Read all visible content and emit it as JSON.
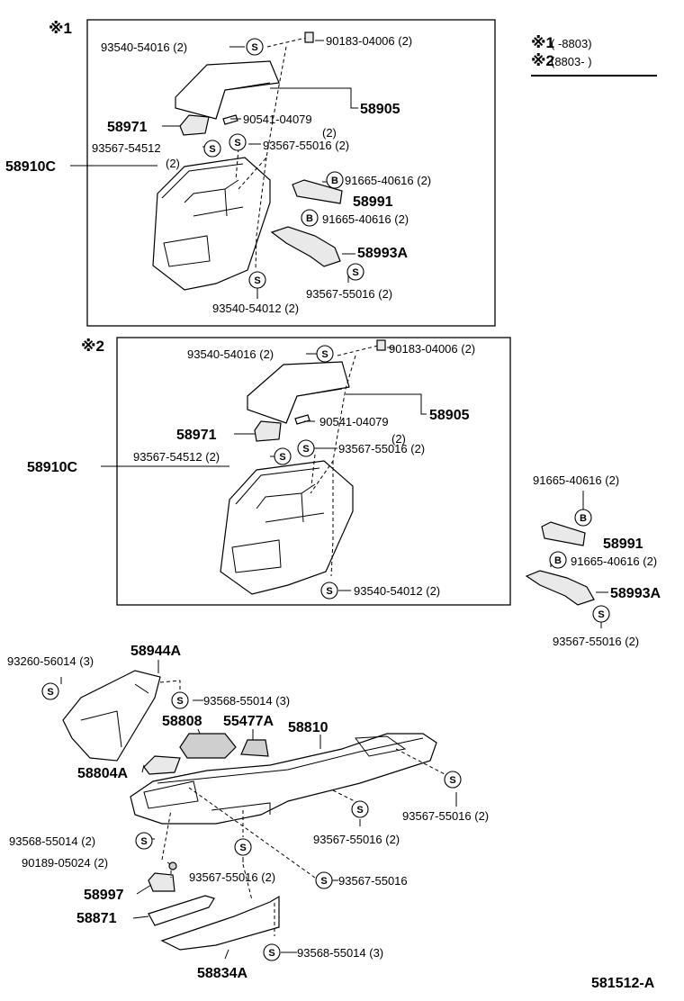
{
  "variants": {
    "v1": {
      "mark": "※1",
      "range": "(      -8803)"
    },
    "v2": {
      "mark": "※2",
      "range": "(8803-      )"
    }
  },
  "box1": {
    "label_mark": "※1",
    "labels": {
      "screw_top_left": "93540-54016 (2)",
      "clip_top_right": "90183-04006 (2)",
      "lid": "58905",
      "bolt": "90541-04079",
      "bolt_qty": "(2)",
      "ashtray": "58971",
      "screw_ashtray": "93567-54512",
      "screw_ashtray_qty": "(2)",
      "screw_mid": "93567-55016 (2)",
      "bolt_b1": "91665-40616 (2)",
      "bracket_1": "58991",
      "bolt_b2": "91665-40616 (2)",
      "bracket_2": "58993A",
      "screw_lower_right": "93567-55016 (2)",
      "screw_bottom": "93540-54012 (2)",
      "assembly": "58910C"
    }
  },
  "box2": {
    "label_mark": "※2",
    "labels": {
      "screw_top_left": "93540-54016 (2)",
      "clip_top_right": "90183-04006 (2)",
      "lid": "58905",
      "bolt": "90541-04079",
      "bolt_qty": "(2)",
      "ashtray": "58971",
      "screw_ashtray": "93567-54512 (2)",
      "screw_mid": "93567-55016 (2)",
      "screw_bottom": "93540-54012 (2)",
      "assembly": "58910C"
    }
  },
  "side": {
    "bolt_b1": "91665-40616 (2)",
    "bracket_1": "58991",
    "bolt_b2": "91665-40616 (2)",
    "bracket_2": "58993A",
    "screw": "93567-55016 (2)"
  },
  "lower": {
    "panel": "58944A",
    "screw_panel": "93260-56014 (3)",
    "screw_panel_2": "93568-55014 (3)",
    "boot": "58808",
    "boot_2": "55477A",
    "console": "58810",
    "plate": "58804A",
    "screw_right": "93567-55016 (2)",
    "screw_center": "93567-55016 (2)",
    "screw_left": "93568-55014 (2)",
    "clip_left": "90189-05024 (2)",
    "screw_lower_mid": "93567-55016 (2)",
    "screw_lower_diag": "93567-55016",
    "bracket": "58997",
    "trim": "58871",
    "lower_panel": "58834A",
    "screw_bottom": "93568-55014 (3)"
  },
  "symbols": {
    "s": "S",
    "b": "B"
  },
  "diagram_id": "581512-A"
}
